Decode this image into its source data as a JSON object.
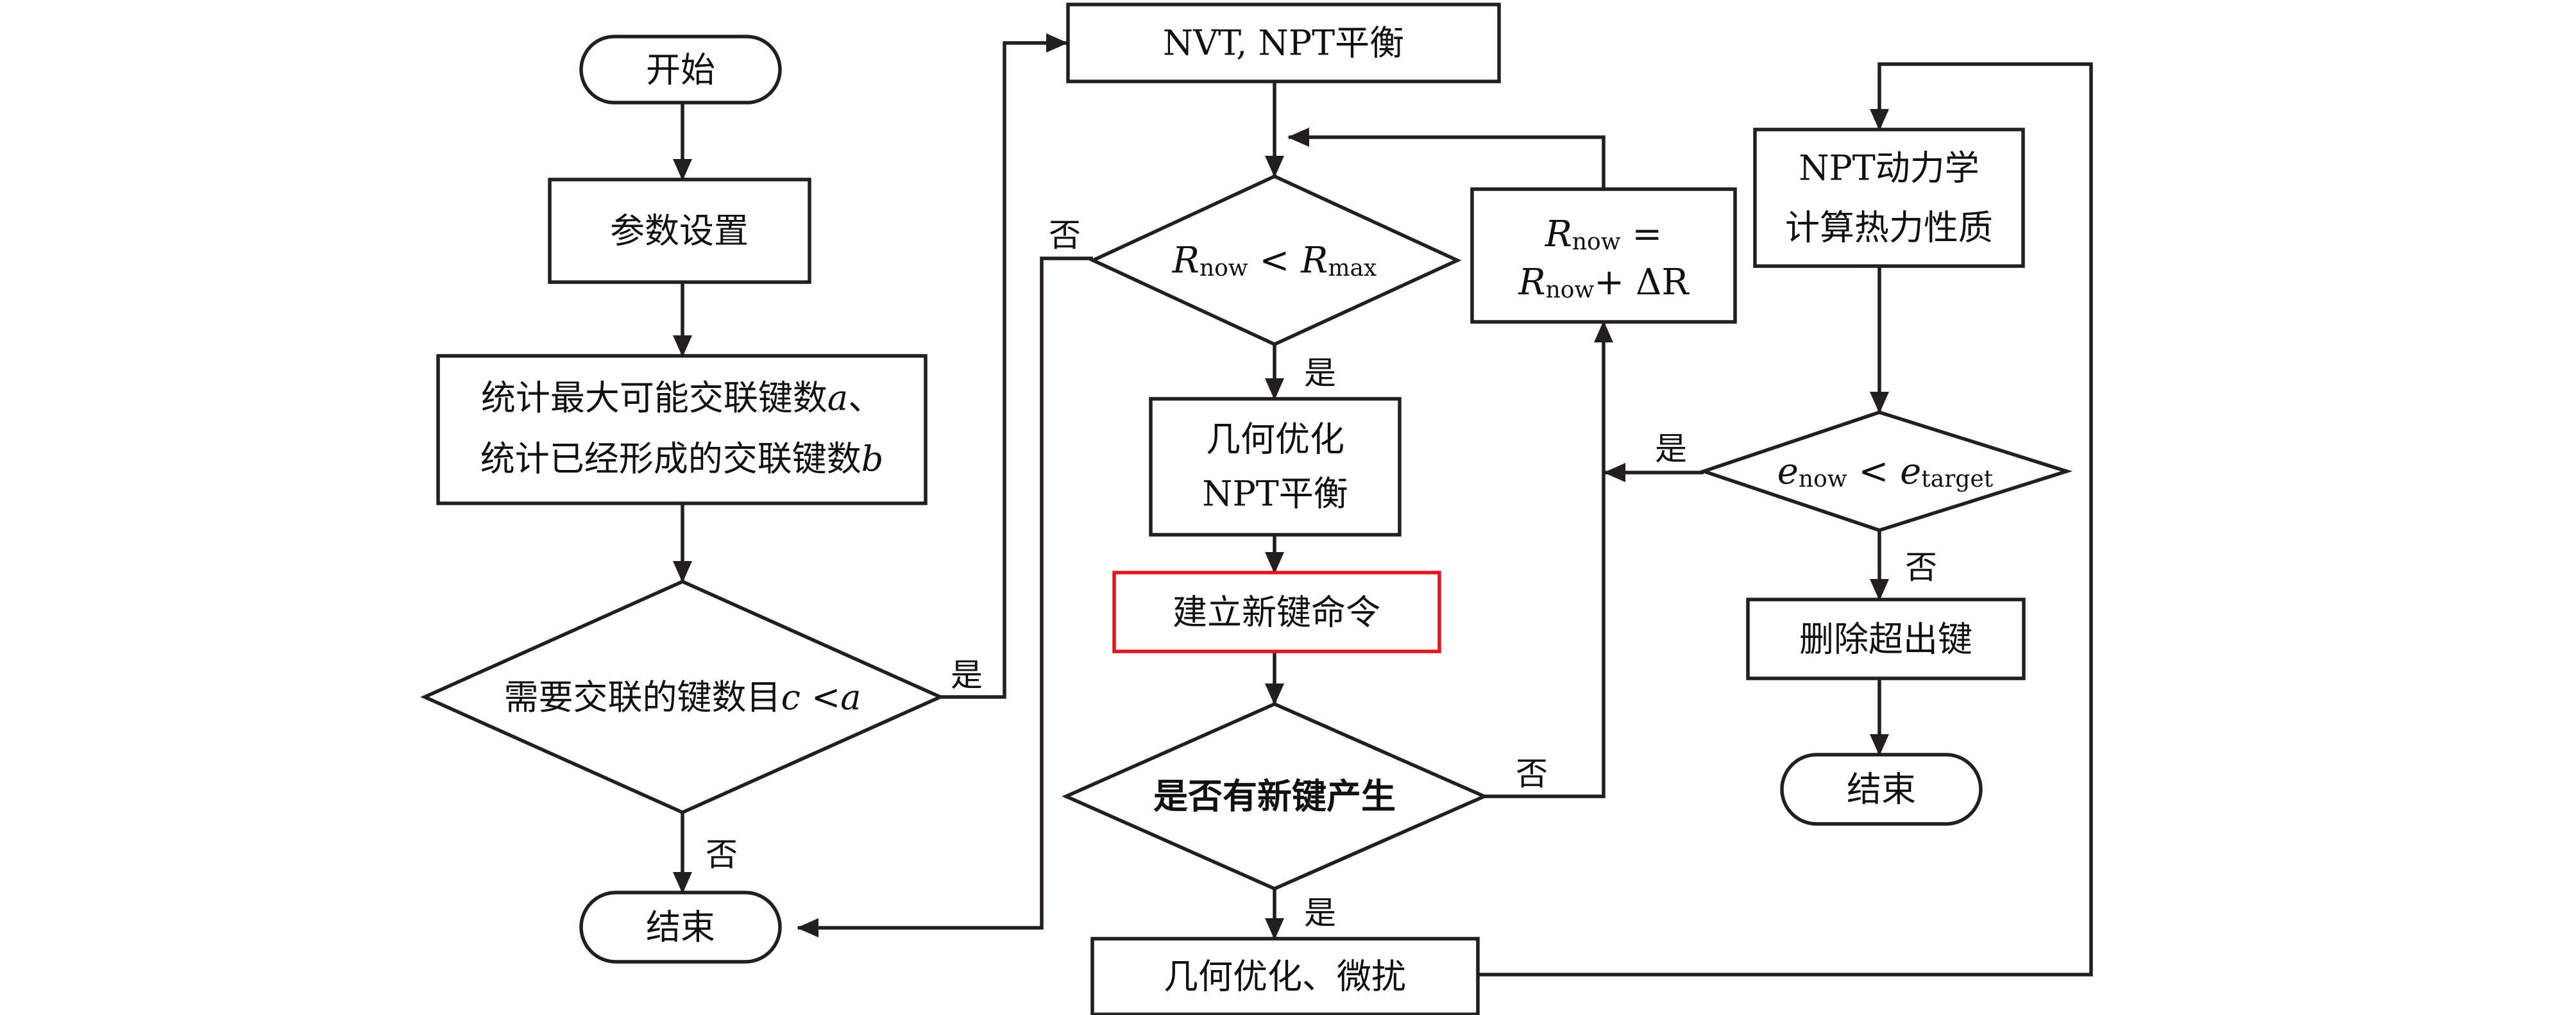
{
  "nodes": {
    "start": "开始",
    "param_setup": "参数设置",
    "stat_line1_text": "统计最大可能交联键数",
    "stat_line1_var": "a",
    "stat_line1_tail": "、",
    "stat_line2_text": "统计已经形成的交联键数",
    "stat_line2_var": "b",
    "need_text": "需要交联的键数目",
    "need_var_c": "c",
    "need_lt": " <",
    "need_var_a": "a",
    "end_left": "结束",
    "nvt_npt": "NVT, NPT平衡",
    "cond_r_R": "R",
    "cond_r_now": "now",
    "cond_r_lt": " < ",
    "cond_r_R2": "R",
    "cond_r_max": "max",
    "opt1_line1": "几何优化",
    "opt1_line2": "NPT平衡",
    "new_bond_cmd": "建立新键命令",
    "new_bond_check": "是否有新键产生",
    "opt2": "几何优化、微扰",
    "update_R": "R",
    "update_now": "now",
    "update_eq": " =",
    "update_R2": "R",
    "update_now2": "now",
    "update_plus": "+ ΔR",
    "npt_dyn_line1": "NPT动力学",
    "npt_dyn_line2": "计算热力性质",
    "cond_e": "e",
    "cond_e_now": "now",
    "cond_e_lt": " < ",
    "cond_e2": "e",
    "cond_e_target": "target",
    "delete_bond": "删除超出键",
    "end_right": "结束"
  },
  "edges": {
    "need_yes": "是",
    "need_no": "否",
    "rmax_no": "否",
    "rmax_yes": "是",
    "newbond_no": "否",
    "newbond_yes": "是",
    "etarget_yes": "是",
    "etarget_no": "否"
  },
  "colors": {
    "stroke": "#231f20",
    "highlight": "#e8141c",
    "background": "#ffffff"
  }
}
